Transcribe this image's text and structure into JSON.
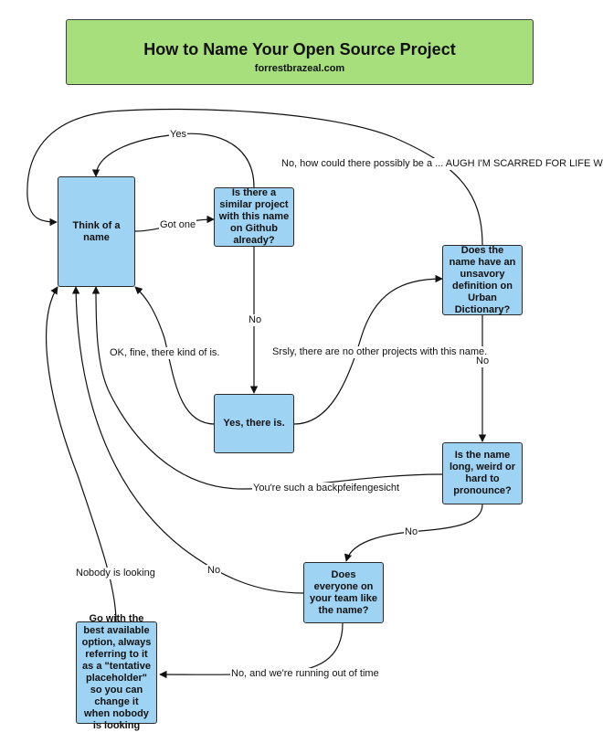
{
  "header": {
    "title": "How to Name Your Open Source Project",
    "subtitle": "forrestbrazeal.com"
  },
  "nodes": {
    "think": "Think of a name",
    "similar": "Is there a similar project with this name on Github already?",
    "yes_there_is": "Yes, there is.",
    "urban": "Does the name have an unsavory definition on Urban Dictionary?",
    "long": "Is the name long, weird or hard to pronounce?",
    "team": "Does everyone on your team like the name?",
    "best": "Go with the best available option, always referring to it as a \"tentative placeholder\" so you can change it when nobody is looking"
  },
  "edges": {
    "yes": "Yes",
    "got_one": "Got one",
    "no_similar": "No",
    "ok_fine": "OK, fine, there kind of is.",
    "srsly": "Srsly, there are no other projects with this name.",
    "scarred": "No, how could there possibly be a ... AUGH I'M SCARRED FOR LIFE WHYY",
    "no_urban": "No",
    "backpfeifengesicht": "You're such a backpfeifengesicht",
    "no_long": "No",
    "no_team": "No",
    "running_out": "No, and we're running out of time",
    "nobody_looking": "Nobody is looking"
  }
}
